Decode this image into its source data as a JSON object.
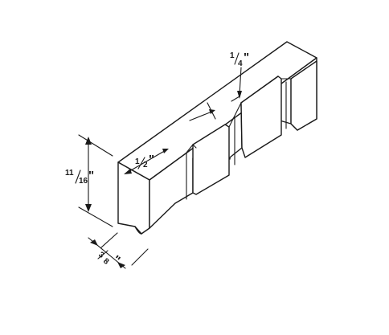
{
  "dimensions": {
    "slot_spacing": {
      "numerator": "1",
      "denominator": "4",
      "unit": "\""
    },
    "groove_width": {
      "numerator": "1",
      "denominator": "2",
      "unit": "\""
    },
    "height": {
      "whole": "11",
      "numerator": "",
      "denominator": "16",
      "unit": "\""
    },
    "thickness": {
      "numerator": "3",
      "denominator": "8",
      "unit": "\""
    }
  },
  "colors": {
    "line": "#1a1a1a",
    "background": "#ffffff"
  }
}
